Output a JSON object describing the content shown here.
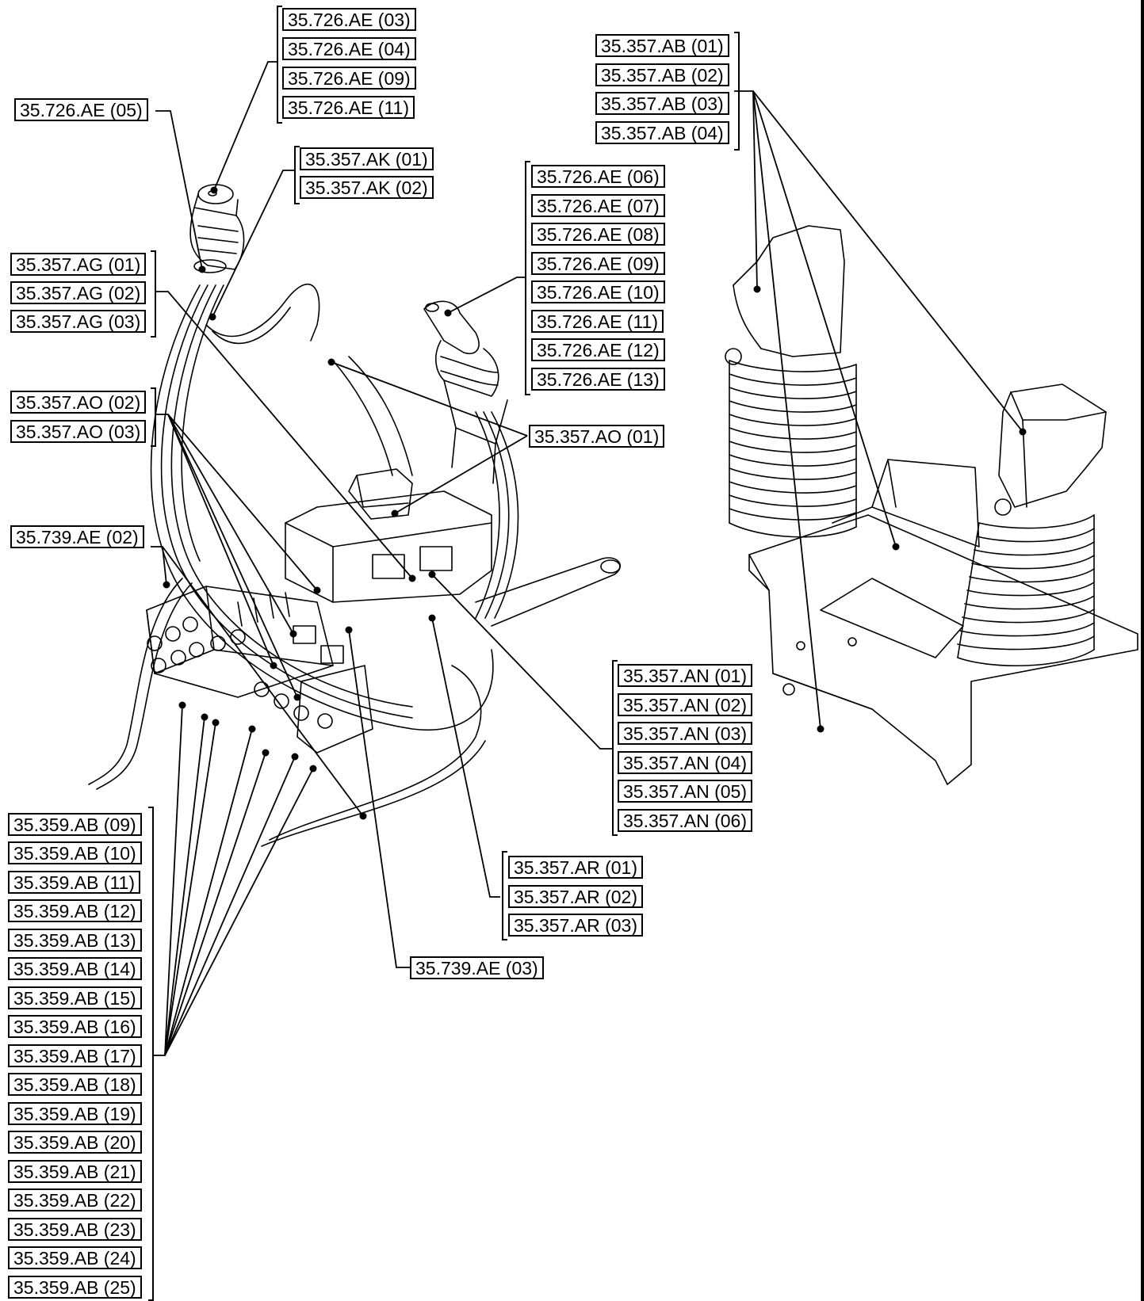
{
  "diagram": {
    "groups": [
      {
        "id": "g1",
        "labels": [
          "35.726.AE (03)",
          "35.726.AE (04)",
          "35.726.AE (09)",
          "35.726.AE (11)"
        ]
      },
      {
        "id": "g2",
        "labels": [
          "35.726.AE (05)"
        ]
      },
      {
        "id": "g3",
        "labels": [
          "35.357.AK (01)",
          "35.357.AK (02)"
        ]
      },
      {
        "id": "g4",
        "labels": [
          "35.357.AG (01)",
          "35.357.AG (02)",
          "35.357.AG (03)"
        ]
      },
      {
        "id": "g5",
        "labels": [
          "35.726.AE (06)",
          "35.726.AE (07)",
          "35.726.AE (08)",
          "35.726.AE (09)",
          "35.726.AE (10)",
          "35.726.AE (11)",
          "35.726.AE (12)",
          "35.726.AE (13)"
        ]
      },
      {
        "id": "g6",
        "labels": [
          "35.357.AB (01)",
          "35.357.AB (02)",
          "35.357.AB (03)",
          "35.357.AB (04)"
        ]
      },
      {
        "id": "g7",
        "labels": [
          "35.357.AO (02)",
          "35.357.AO (03)"
        ]
      },
      {
        "id": "g8",
        "labels": [
          "35.357.AO (01)"
        ]
      },
      {
        "id": "g9",
        "labels": [
          "35.739.AE (02)"
        ]
      },
      {
        "id": "g10",
        "labels": [
          "35.357.AN (01)",
          "35.357.AN (02)",
          "35.357.AN (03)",
          "35.357.AN (04)",
          "35.357.AN (05)",
          "35.357.AN (06)"
        ]
      },
      {
        "id": "g11",
        "labels": [
          "35.357.AR (01)",
          "35.357.AR (02)",
          "35.357.AR (03)"
        ]
      },
      {
        "id": "g12",
        "labels": [
          "35.739.AE (03)"
        ]
      },
      {
        "id": "g13",
        "labels": [
          "35.359.AB (09)",
          "35.359.AB (10)",
          "35.359.AB (11)",
          "35.359.AB (12)",
          "35.359.AB (13)",
          "35.359.AB (14)",
          "35.359.AB (15)",
          "35.359.AB (16)",
          "35.359.AB (17)",
          "35.359.AB (18)",
          "35.359.AB (19)",
          "35.359.AB (20)",
          "35.359.AB (21)",
          "35.359.AB (22)",
          "35.359.AB (23)",
          "35.359.AB (24)",
          "35.359.AB (25)"
        ]
      }
    ]
  }
}
